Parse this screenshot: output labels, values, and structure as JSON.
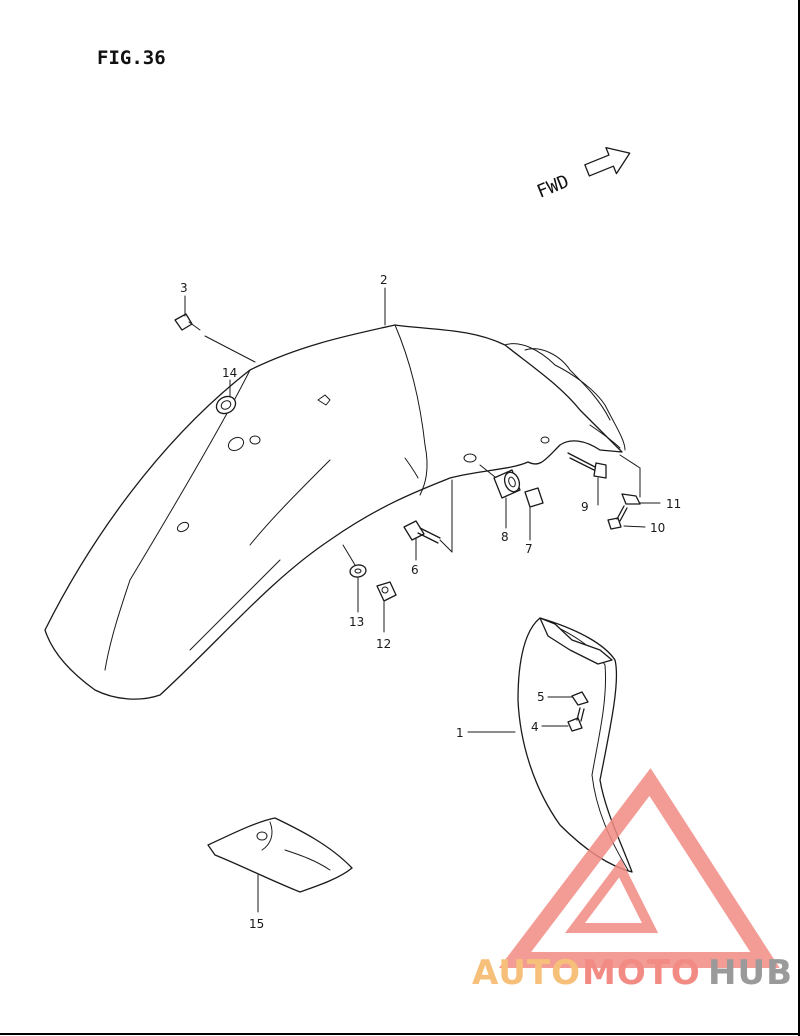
{
  "figure": {
    "title": "FIG.36"
  },
  "direction_indicator": {
    "label": "FWD",
    "icon": "forward-arrow-icon"
  },
  "callouts": [
    "1",
    "2",
    "3",
    "4",
    "5",
    "6",
    "7",
    "8",
    "9",
    "10",
    "11",
    "12",
    "13",
    "14",
    "15"
  ],
  "watermark": {
    "words": [
      "AUTO",
      "MOTO",
      "HUB"
    ],
    "colors": {
      "auto": "#f7c07a",
      "moto": "#f28b84",
      "hub": "#9a9a9a",
      "logo": "#f28b84"
    }
  }
}
